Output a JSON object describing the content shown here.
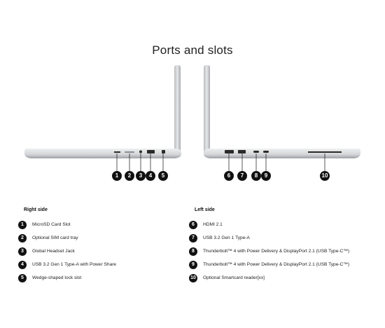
{
  "title": "Ports and slots",
  "diagram_numbers": [
    "1",
    "2",
    "3",
    "4",
    "5",
    "6",
    "7",
    "8",
    "9",
    "10"
  ],
  "right_side": {
    "heading": "Right side",
    "items": [
      {
        "num": "1",
        "label": "MicroSD Card Slot"
      },
      {
        "num": "2",
        "label": "Optional SIM card tray"
      },
      {
        "num": "3",
        "label": "Global Headset Jack"
      },
      {
        "num": "4",
        "label": "USB 3.2 Gen 1 Type-A with Power Share"
      },
      {
        "num": "5",
        "label": "Wedge-shaped lock slot"
      }
    ]
  },
  "left_side": {
    "heading": "Left side",
    "items": [
      {
        "num": "6",
        "label": "HDMI 2.1"
      },
      {
        "num": "7",
        "label": "USB 3.2 Gen 1 Type-A"
      },
      {
        "num": "8",
        "label": "Thunderbolt™ 4 with Power Delivery & DisplayPort 2.1 (USB Type-C™)"
      },
      {
        "num": "9",
        "label": "Thunderbolt™ 4 with Power Delivery & DisplayPort 2.1 (USB Type-C™)"
      },
      {
        "num": "10",
        "label": "Optional Smartcard reader[xx]"
      }
    ]
  },
  "colors": {
    "badge": "#111111",
    "chassis": "#d9dadc",
    "port": "#2b2b2b"
  }
}
